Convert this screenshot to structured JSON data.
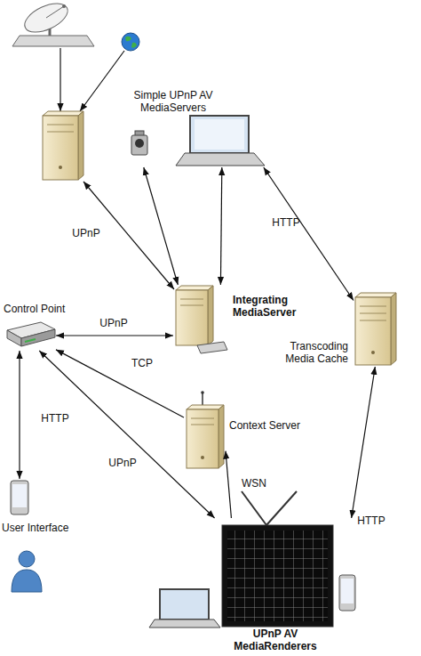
{
  "diagram": {
    "nodes": [
      {
        "text": [
          "Simple UPnP AV MediaServers"
        ]
      },
      {
        "text": [
          "Control Point"
        ]
      },
      {
        "text": [
          "Integrating MediaServer"
        ]
      },
      {
        "text": [
          "Transcoding Media Cache"
        ]
      },
      {
        "text": [
          "Context Server"
        ]
      },
      {
        "text": [
          "User Interface"
        ]
      },
      {
        "text": [
          "UPnP AV MediaRenderers"
        ]
      }
    ],
    "edges": [
      {
        "from": 0,
        "to": 2,
        "arrow": "both"
      },
      {
        "from": 0,
        "to": 2,
        "arrow": "both"
      },
      {
        "from": 0,
        "to": 3,
        "label": "HTTP",
        "arrow": "both"
      },
      {
        "from": 1,
        "to": 2,
        "label": "UPnP",
        "arrow": "both"
      },
      {
        "from": 4,
        "to": 1,
        "label": "TCP",
        "arrow": "to"
      },
      {
        "from": 1,
        "to": 5,
        "label": "HTTP",
        "arrow": "both"
      },
      {
        "from": 1,
        "to": 6,
        "label": "UPnP",
        "arrow": "both"
      },
      {
        "from": 6,
        "to": 4,
        "label": "WSN",
        "arrow": "to"
      },
      {
        "from": 3,
        "to": 6,
        "label": "HTTP",
        "arrow": "both"
      }
    ],
    "labels": [
      "UPnP"
    ]
  }
}
